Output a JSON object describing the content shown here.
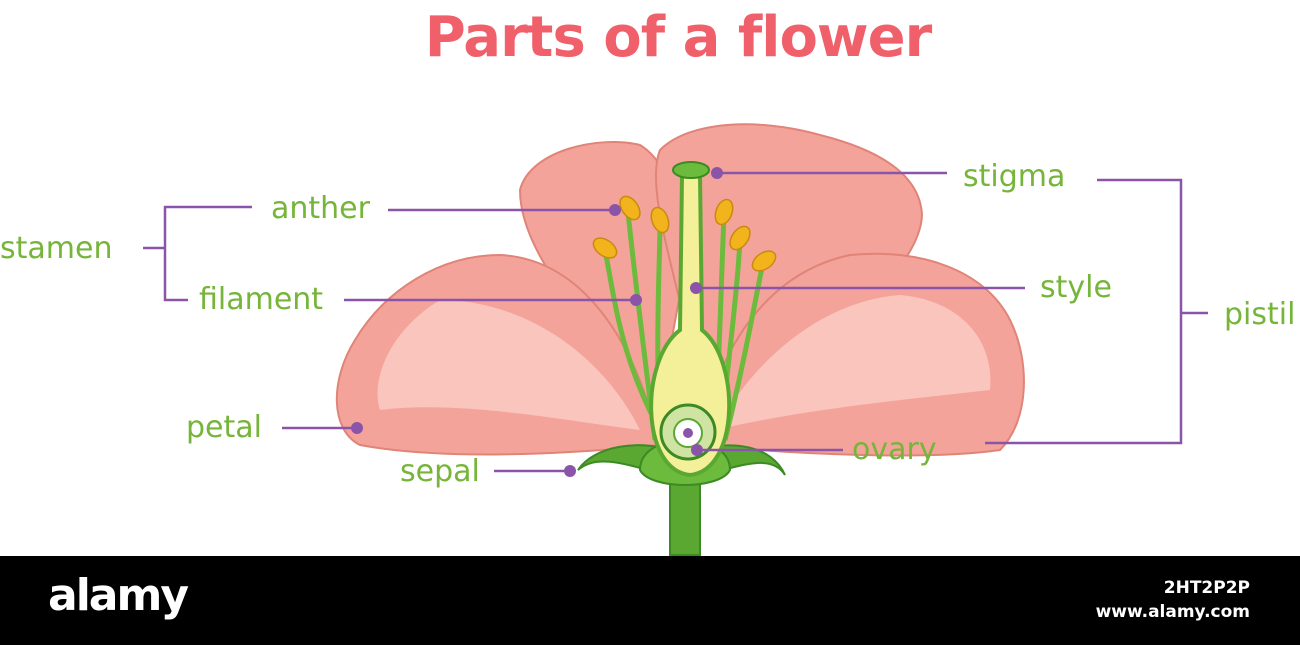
{
  "title": "Parts of a flower",
  "labels": {
    "stamen": "stamen",
    "anther": "anther",
    "filament": "filament",
    "petal": "petal",
    "sepal": "sepal",
    "stigma": "stigma",
    "style": "style",
    "pistil": "pistil",
    "ovary": "ovary"
  },
  "colors": {
    "title": "#f0606a",
    "label": "#76b53a",
    "leader": "#8a55a8",
    "petal": "#f4a39a",
    "petal_light": "#fbd3cc",
    "petal_edge": "#e08478",
    "stem": "#5aa832",
    "stem_dark": "#3b8a24",
    "anther": "#f2b31c",
    "style_fill": "#f4f09a",
    "footer_bg": "#000000"
  },
  "watermark": {
    "brand": "alamy",
    "image_id": "2HT2P2P",
    "site": "www.alamy.com"
  }
}
